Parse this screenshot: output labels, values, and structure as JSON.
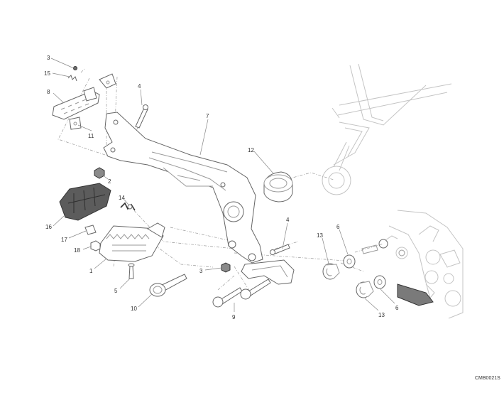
{
  "diagram": {
    "drawing_code": "CMB0021S",
    "callouts": [
      {
        "id": "c3a",
        "text": "3"
      },
      {
        "id": "c15",
        "text": "15"
      },
      {
        "id": "c8",
        "text": "8"
      },
      {
        "id": "c11",
        "text": "11"
      },
      {
        "id": "c4a",
        "text": "4"
      },
      {
        "id": "c7",
        "text": "7"
      },
      {
        "id": "c12",
        "text": "12"
      },
      {
        "id": "c2",
        "text": "2"
      },
      {
        "id": "c14",
        "text": "14"
      },
      {
        "id": "c16",
        "text": "16"
      },
      {
        "id": "c17",
        "text": "17"
      },
      {
        "id": "c18",
        "text": "18"
      },
      {
        "id": "c1",
        "text": "1"
      },
      {
        "id": "c5",
        "text": "5"
      },
      {
        "id": "c10",
        "text": "10"
      },
      {
        "id": "c3b",
        "text": "3"
      },
      {
        "id": "c9",
        "text": "9"
      },
      {
        "id": "c4b",
        "text": "4"
      },
      {
        "id": "c13a",
        "text": "13"
      },
      {
        "id": "c6a",
        "text": "6"
      },
      {
        "id": "c13b",
        "text": "13"
      },
      {
        "id": "c6b",
        "text": "6"
      }
    ]
  }
}
